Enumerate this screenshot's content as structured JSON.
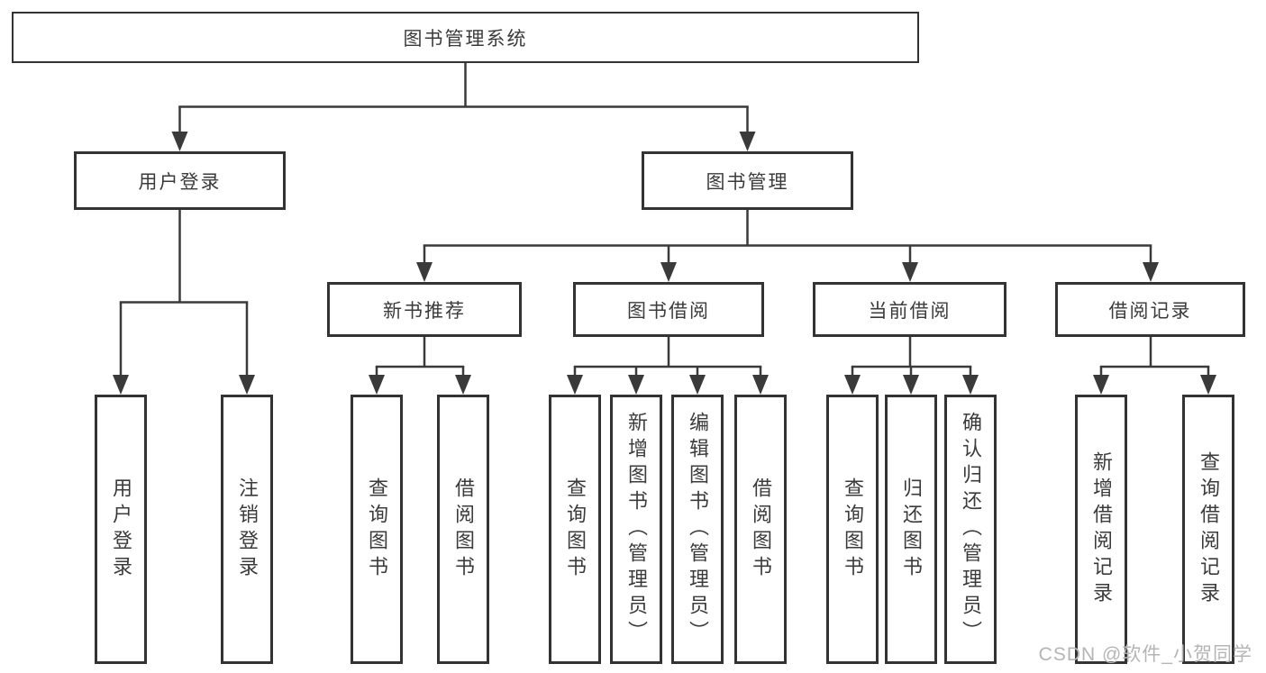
{
  "tree": {
    "root": {
      "label": "图书管理系统"
    },
    "children": [
      {
        "label": "用户登录",
        "leaves": [
          {
            "label": "用户登录"
          },
          {
            "label": "注销登录"
          }
        ]
      },
      {
        "label": "图书管理",
        "groups": [
          {
            "label": "新书推荐",
            "leaves": [
              {
                "label": "查询图书"
              },
              {
                "label": "借阅图书"
              }
            ]
          },
          {
            "label": "图书借阅",
            "leaves": [
              {
                "label": "查询图书"
              },
              {
                "label": "新增图书（管理员）"
              },
              {
                "label": "编辑图书（管理员）"
              },
              {
                "label": "借阅图书"
              }
            ]
          },
          {
            "label": "当前借阅",
            "leaves": [
              {
                "label": "查询图书"
              },
              {
                "label": "归还图书"
              },
              {
                "label": "确认归还（管理员）"
              }
            ]
          },
          {
            "label": "借阅记录",
            "leaves": [
              {
                "label": "新增借阅记录"
              },
              {
                "label": "查询借阅记录"
              }
            ]
          }
        ]
      }
    ]
  },
  "watermark": "CSDN @软件_小贺同学",
  "colors": {
    "line": "#3a3a3a",
    "border": "#333333",
    "text": "#3b3b3b",
    "watermark": "#b5b5b5",
    "background": "#ffffff"
  }
}
